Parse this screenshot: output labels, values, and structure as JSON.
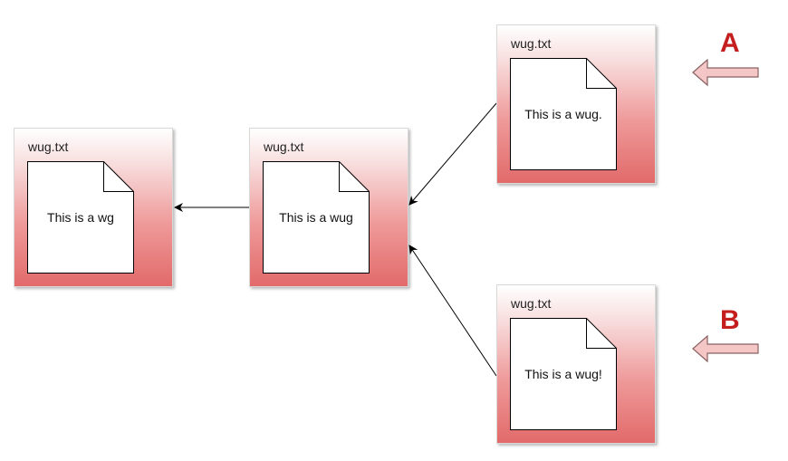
{
  "nodes": [
    {
      "title": "wug.txt",
      "content": "This is a wg"
    },
    {
      "title": "wug.txt",
      "content": "This is a wug"
    },
    {
      "title": "wug.txt",
      "content": "This is a wug."
    },
    {
      "title": "wug.txt",
      "content": "This is a wug!"
    }
  ],
  "markers": {
    "a": "A",
    "b": "B"
  },
  "colors": {
    "node_top": "#ffffff",
    "node_bottom": "#e26a6a",
    "marker": "#c41e1e",
    "arrow_fill": "#f5c6c6"
  }
}
